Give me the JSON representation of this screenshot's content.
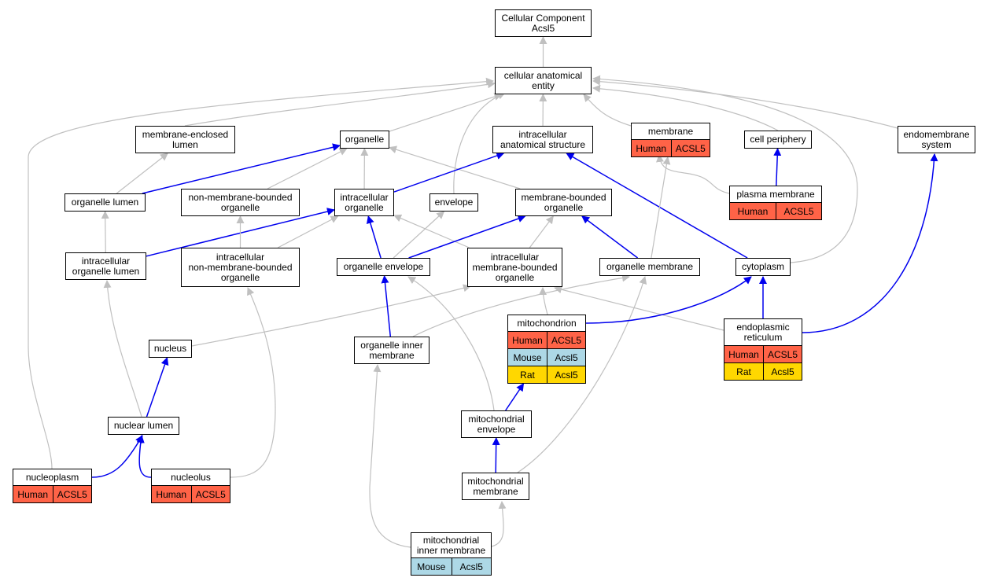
{
  "colors": {
    "edge_is_a": "#c0c0c0",
    "edge_part_of": "#0000ee",
    "human": "#ff6347",
    "mouse": "#add8e6",
    "rat": "#ffd700",
    "node_border": "#000000",
    "node_fill": "#ffffff"
  },
  "nodes": {
    "root": {
      "label": "Cellular Component\nAcsl5"
    },
    "cae": {
      "label": "cellular anatomical\nentity"
    },
    "mel": {
      "label": "membrane-enclosed\nlumen"
    },
    "org": {
      "label": "organelle"
    },
    "ias": {
      "label": "intracellular\nanatomical structure"
    },
    "mem": {
      "label": "membrane",
      "annotations": [
        {
          "species": "Human",
          "gene": "ACSL5",
          "color": "#ff6347"
        }
      ]
    },
    "cp": {
      "label": "cell periphery"
    },
    "ems": {
      "label": "endomembrane\nsystem"
    },
    "ol": {
      "label": "organelle lumen"
    },
    "nmbo": {
      "label": "non-membrane-bounded\norganelle"
    },
    "io": {
      "label": "intracellular\norganelle"
    },
    "env": {
      "label": "envelope"
    },
    "mbo": {
      "label": "membrane-bounded\norganelle"
    },
    "pm": {
      "label": "plasma membrane",
      "annotations": [
        {
          "species": "Human",
          "gene": "ACSL5",
          "color": "#ff6347"
        }
      ]
    },
    "iol": {
      "label": "intracellular\norganelle lumen"
    },
    "inmbo": {
      "label": "intracellular\nnon-membrane-bounded\norganelle"
    },
    "oe": {
      "label": "organelle envelope"
    },
    "imbo": {
      "label": "intracellular\nmembrane-bounded\norganelle"
    },
    "om": {
      "label": "organelle membrane"
    },
    "cyt": {
      "label": "cytoplasm"
    },
    "mito": {
      "label": "mitochondrion",
      "annotations": [
        {
          "species": "Human",
          "gene": "ACSL5",
          "color": "#ff6347"
        },
        {
          "species": "Mouse",
          "gene": "Acsl5",
          "color": "#add8e6"
        },
        {
          "species": "Rat",
          "gene": "Acsl5",
          "color": "#ffd700"
        }
      ]
    },
    "er": {
      "label": "endoplasmic\nreticulum",
      "annotations": [
        {
          "species": "Human",
          "gene": "ACSL5",
          "color": "#ff6347"
        },
        {
          "species": "Rat",
          "gene": "Acsl5",
          "color": "#ffd700"
        }
      ]
    },
    "nuc": {
      "label": "nucleus"
    },
    "oim": {
      "label": "organelle inner\nmembrane"
    },
    "nl": {
      "label": "nuclear lumen"
    },
    "me": {
      "label": "mitochondrial\nenvelope"
    },
    "np": {
      "label": "nucleoplasm",
      "annotations": [
        {
          "species": "Human",
          "gene": "ACSL5",
          "color": "#ff6347"
        }
      ]
    },
    "nol": {
      "label": "nucleolus",
      "annotations": [
        {
          "species": "Human",
          "gene": "ACSL5",
          "color": "#ff6347"
        }
      ]
    },
    "mm": {
      "label": "mitochondrial\nmembrane"
    },
    "mim": {
      "label": "mitochondrial\ninner membrane",
      "annotations": [
        {
          "species": "Mouse",
          "gene": "Acsl5",
          "color": "#add8e6"
        }
      ]
    }
  },
  "edges": [
    {
      "from": "cae",
      "to": "root",
      "type": "is_a"
    },
    {
      "from": "mel",
      "to": "cae",
      "type": "is_a"
    },
    {
      "from": "org",
      "to": "cae",
      "type": "is_a"
    },
    {
      "from": "ias",
      "to": "cae",
      "type": "is_a"
    },
    {
      "from": "mem",
      "to": "cae",
      "type": "is_a"
    },
    {
      "from": "cp",
      "to": "cae",
      "type": "is_a"
    },
    {
      "from": "ems",
      "to": "cae",
      "type": "is_a"
    },
    {
      "from": "np",
      "to": "cae",
      "type": "is_a"
    },
    {
      "from": "env",
      "to": "cae",
      "type": "is_a"
    },
    {
      "from": "cyt",
      "to": "cae",
      "type": "is_a"
    },
    {
      "from": "ol",
      "to": "mel",
      "type": "is_a"
    },
    {
      "from": "ol",
      "to": "org",
      "type": "part_of"
    },
    {
      "from": "nmbo",
      "to": "org",
      "type": "is_a"
    },
    {
      "from": "io",
      "to": "org",
      "type": "is_a"
    },
    {
      "from": "mbo",
      "to": "org",
      "type": "is_a"
    },
    {
      "from": "io",
      "to": "ias",
      "type": "part_of"
    },
    {
      "from": "cyt",
      "to": "ias",
      "type": "part_of"
    },
    {
      "from": "pm",
      "to": "mem",
      "type": "is_a"
    },
    {
      "from": "om",
      "to": "mem",
      "type": "is_a"
    },
    {
      "from": "pm",
      "to": "cp",
      "type": "part_of"
    },
    {
      "from": "er",
      "to": "ems",
      "type": "part_of"
    },
    {
      "from": "iol",
      "to": "ol",
      "type": "is_a"
    },
    {
      "from": "iol",
      "to": "io",
      "type": "part_of"
    },
    {
      "from": "inmbo",
      "to": "nmbo",
      "type": "is_a"
    },
    {
      "from": "inmbo",
      "to": "io",
      "type": "is_a"
    },
    {
      "from": "oe",
      "to": "io",
      "type": "part_of"
    },
    {
      "from": "imbo",
      "to": "io",
      "type": "is_a"
    },
    {
      "from": "oe",
      "to": "env",
      "type": "is_a"
    },
    {
      "from": "oe",
      "to": "mbo",
      "type": "part_of"
    },
    {
      "from": "imbo",
      "to": "mbo",
      "type": "is_a"
    },
    {
      "from": "om",
      "to": "mbo",
      "type": "part_of"
    },
    {
      "from": "mito",
      "to": "imbo",
      "type": "is_a"
    },
    {
      "from": "er",
      "to": "imbo",
      "type": "is_a"
    },
    {
      "from": "nuc",
      "to": "imbo",
      "type": "is_a"
    },
    {
      "from": "oim",
      "to": "om",
      "type": "is_a"
    },
    {
      "from": "mm",
      "to": "om",
      "type": "is_a"
    },
    {
      "from": "mito",
      "to": "cyt",
      "type": "part_of"
    },
    {
      "from": "er",
      "to": "cyt",
      "type": "part_of"
    },
    {
      "from": "oim",
      "to": "oe",
      "type": "part_of"
    },
    {
      "from": "me",
      "to": "oe",
      "type": "is_a"
    },
    {
      "from": "me",
      "to": "mito",
      "type": "part_of"
    },
    {
      "from": "nl",
      "to": "iol",
      "type": "is_a"
    },
    {
      "from": "nl",
      "to": "nuc",
      "type": "part_of"
    },
    {
      "from": "np",
      "to": "nl",
      "type": "part_of"
    },
    {
      "from": "nol",
      "to": "nl",
      "type": "part_of"
    },
    {
      "from": "nol",
      "to": "inmbo",
      "type": "is_a"
    },
    {
      "from": "mm",
      "to": "me",
      "type": "part_of"
    },
    {
      "from": "mim",
      "to": "oim",
      "type": "is_a"
    },
    {
      "from": "mim",
      "to": "mm",
      "type": "is_a"
    }
  ]
}
